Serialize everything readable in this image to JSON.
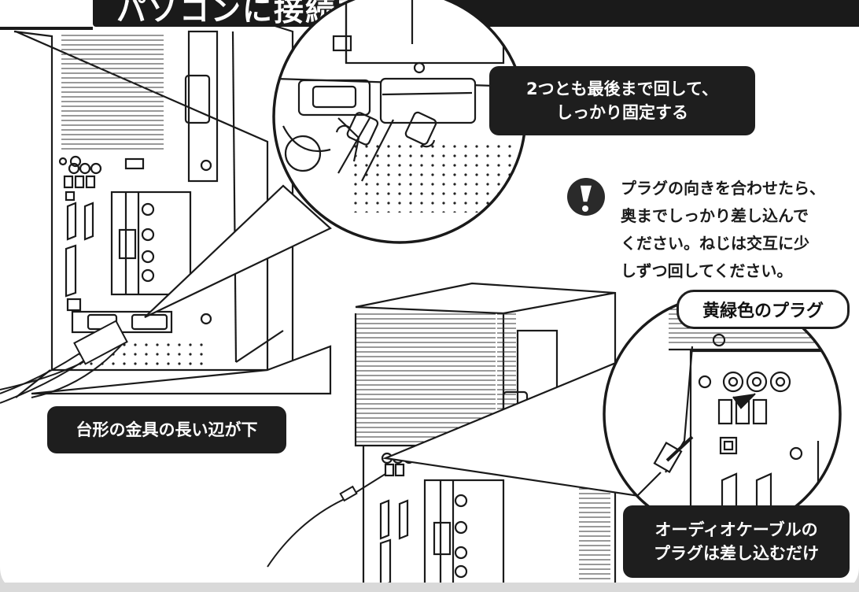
{
  "header": {
    "title": "パソコンに接続する"
  },
  "callouts": {
    "tighten_screws": "2つとも最後まで回して、\nしっかり固定する",
    "trapezoid_down": "台形の金具の長い辺が下",
    "audio_plug": "オーディオケーブルの\nプラグは差し込むだけ"
  },
  "note": {
    "icon": "caution-icon",
    "text": "プラグの向きを合わせたら、\n奥までしっかり差し込んで\nください。ねじは交互に少\nしずつ回してください。"
  },
  "labels": {
    "plug_color": "黄緑色のプラグ"
  },
  "colors": {
    "ink": "#1a1a1a",
    "callout_bg": "#1e1e1e",
    "paper": "#ffffff",
    "frame": "#d9d9d9"
  }
}
